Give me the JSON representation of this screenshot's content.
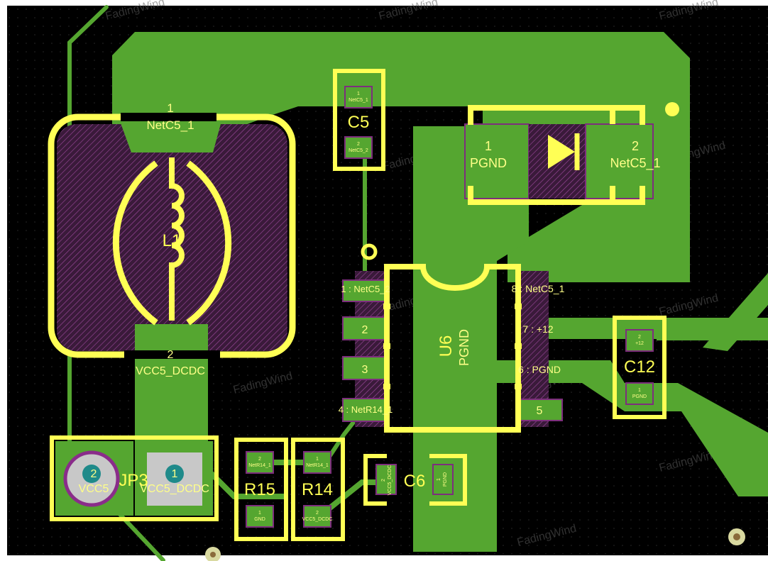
{
  "colors": {
    "background": "#000000",
    "copper": "#55a630",
    "silkscreen": "#ffff55",
    "pad_outline": "#7d2e7d",
    "pad_fill": "#5a2a5a",
    "via_ring": "#9b9b9b",
    "grid_dot": "#2a2a2a"
  },
  "watermark": "FadingWind",
  "components": {
    "l1": {
      "designator": "L1",
      "pad1_number": "1",
      "pad1_net": "NetC5_1",
      "pad2_number": "2",
      "pad2_net": "VCC5_DCDC"
    },
    "c5": {
      "designator": "C5",
      "pad1_number": "1",
      "pad1_net": "NetC5_1",
      "pad2_number": "2",
      "pad2_net": "NetC5_2"
    },
    "diode": {
      "pad1_number": "1",
      "pad1_net": "PGND",
      "pad2_number": "2",
      "pad2_net": "NetC5_1"
    },
    "u6": {
      "designator": "U6",
      "center_net": "PGND",
      "pin1": "1 : NetC5_2",
      "pin2": "2",
      "pin3": "3",
      "pin4": "4 : NetR14_1",
      "pin5": "5",
      "pin6": "6 : PGND",
      "pin7": "7 : +12",
      "pin8": "8 : NetC5_1"
    },
    "c12": {
      "designator": "C12",
      "pad2_number": "2",
      "pad2_net": "+12",
      "pad1_number": "1",
      "pad1_net": "PGND"
    },
    "jp3": {
      "designator": "JP3",
      "pad2_number": "2",
      "pad2_net": "VCC5",
      "pad1_number": "1",
      "pad1_net": "VCC5_DCDC"
    },
    "r15": {
      "designator": "R15",
      "pad2_number": "2",
      "pad2_net": "NetR14_1",
      "pad1_number": "1",
      "pad1_net": "GND"
    },
    "r14": {
      "designator": "R14",
      "pad1_number": "1",
      "pad1_net": "NetR14_1",
      "pad2_number": "2",
      "pad2_net": "VCC5_DCDC"
    },
    "c6": {
      "designator": "C6",
      "pad2_number": "2",
      "pad2_net": "VCC5_DCDC",
      "pad1_number": "1",
      "pad1_net": "PGND"
    }
  }
}
